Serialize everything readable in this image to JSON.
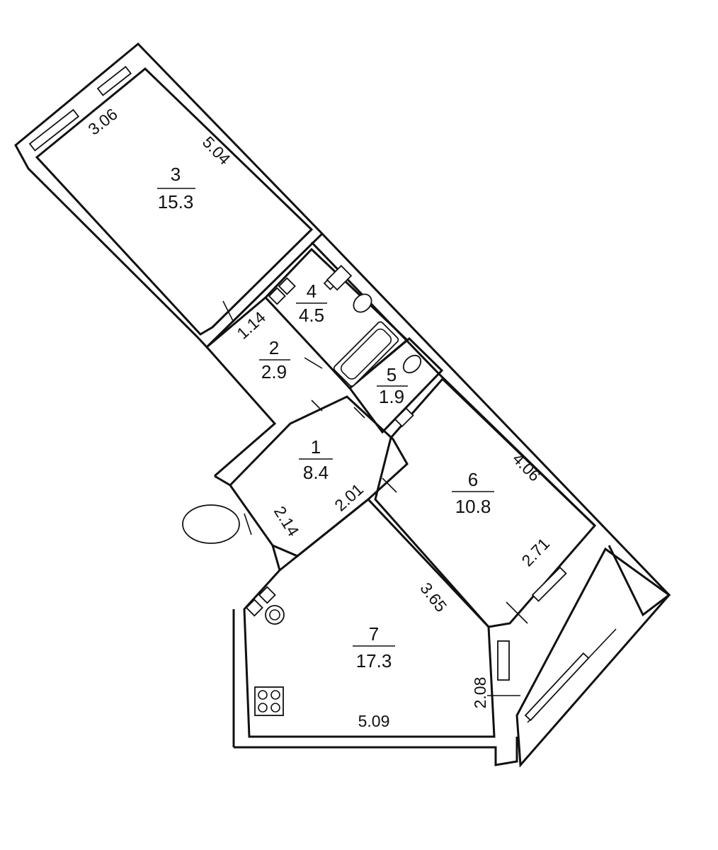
{
  "rooms": [
    {
      "id": "1",
      "number": "1",
      "area": "8.4"
    },
    {
      "id": "2",
      "number": "2",
      "area": "2.9"
    },
    {
      "id": "3",
      "number": "3",
      "area": "15.3"
    },
    {
      "id": "4",
      "number": "4",
      "area": "4.5"
    },
    {
      "id": "5",
      "number": "5",
      "area": "1.9"
    },
    {
      "id": "6",
      "number": "6",
      "area": "10.8"
    },
    {
      "id": "7",
      "number": "7",
      "area": "17.3"
    }
  ],
  "dimensions": [
    "3.06",
    "5.04",
    "1.14",
    "2.14",
    "2.01",
    "4.06",
    "2.71",
    "3.65",
    "2.08",
    "5.09"
  ]
}
